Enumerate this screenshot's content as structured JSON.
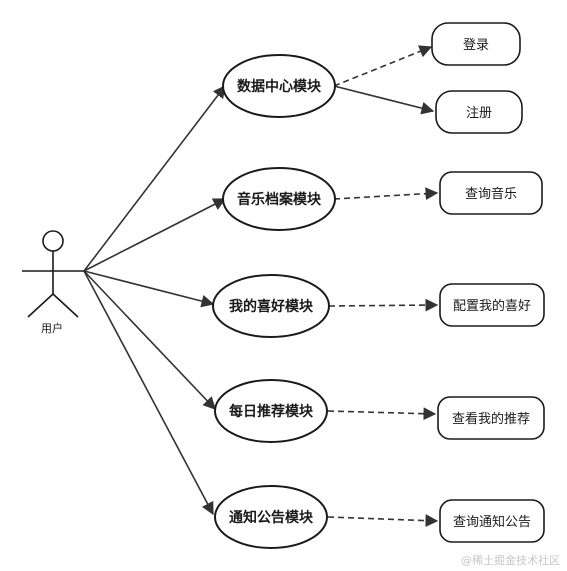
{
  "actor": {
    "label": "用户"
  },
  "modules": [
    {
      "label": "数据中心模块",
      "functions": [
        "登录",
        "注册"
      ]
    },
    {
      "label": "音乐档案模块",
      "functions": [
        "查询音乐"
      ]
    },
    {
      "label": "我的喜好模块",
      "functions": [
        "配置我的喜好"
      ]
    },
    {
      "label": "每日推荐模块",
      "functions": [
        "查看我的推荐"
      ]
    },
    {
      "label": "通知公告模块",
      "functions": [
        "查询通知公告"
      ]
    }
  ],
  "watermark": "@稀土掘金技术社区",
  "colors": {
    "stroke": "#1a1a1a",
    "edge": "#333333",
    "watermark": "#c7c7c7"
  }
}
